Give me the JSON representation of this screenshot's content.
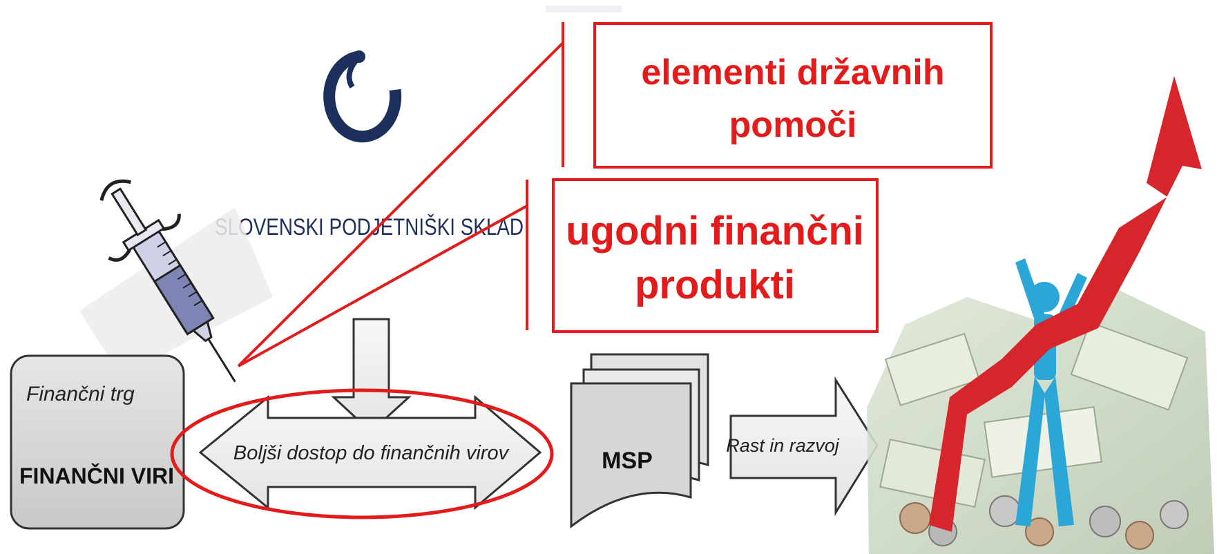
{
  "logo": {
    "org_name": "SLOVENSKI PODJETNIŠKI SKLAD"
  },
  "callouts": {
    "state_aid": [
      "elementi državnih",
      "pomoči"
    ],
    "favorable_products": [
      "ugodni finančni",
      "produkti"
    ]
  },
  "flow": {
    "market_box": {
      "subtitle": "Finančni trg",
      "title": "FINANČNI VIRI"
    },
    "double_arrow": {
      "label": "Boljši dostop do finančnih virov"
    },
    "sme_stack": {
      "label": "MSP"
    },
    "growth_arrow": {
      "label": "Rast in razvoj"
    }
  },
  "icons": {
    "syringe": "syringe-icon",
    "logo_mark": "spirit-logo-icon",
    "growth_picture": "growth-chart-money-icon"
  },
  "colors": {
    "accent_red": "#e31b1b",
    "logo_blue": "#1d2f5c",
    "box_gray": "#d9d9d9",
    "arrow_gray": "#f0f0f0",
    "growth_blue": "#2aa7d6",
    "growth_red": "#d7262b"
  }
}
